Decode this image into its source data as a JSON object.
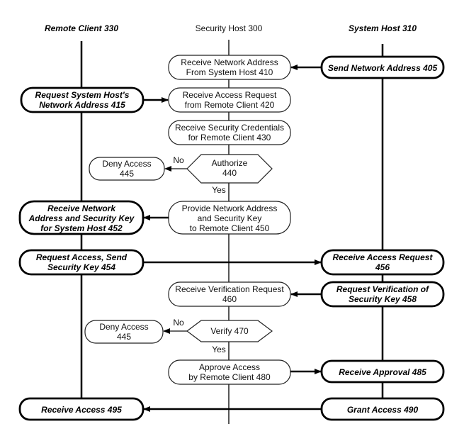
{
  "lanes": {
    "remote_client": "Remote Client 330",
    "security_host": "Security Host 300",
    "system_host": "System Host 310"
  },
  "steps": {
    "s405": [
      "Send Network Address 405"
    ],
    "s410": [
      "Receive Network Address",
      "From System Host 410"
    ],
    "s415": [
      "Request System Host's",
      "Network Address 415"
    ],
    "s420": [
      "Receive Access Request",
      "from Remote Client 420"
    ],
    "s430": [
      "Receive Security Credentials",
      "for Remote Client 430"
    ],
    "s440": [
      "Authorize",
      "440"
    ],
    "s445a": [
      "Deny Access",
      "445"
    ],
    "s452": [
      "Receive Network",
      "Address and Security Key",
      "for System Host 452"
    ],
    "s450": [
      "Provide Network Address",
      "and Security Key",
      "to Remote Client 450"
    ],
    "s454": [
      "Request Access, Send",
      "Security Key 454"
    ],
    "s456": [
      "Receive Access Request",
      "456"
    ],
    "s460": [
      "Receive Verification Request",
      "460"
    ],
    "s458": [
      "Request Verification of",
      "Security Key 458"
    ],
    "s470": [
      "Verify 470"
    ],
    "s445b": [
      "Deny Access",
      "445"
    ],
    "s480": [
      "Approve Access",
      "by Remote Client 480"
    ],
    "s485": [
      "Receive Approval 485"
    ],
    "s495": [
      "Receive Access 495"
    ],
    "s490": [
      "Grant Access 490"
    ]
  },
  "branch_labels": {
    "no_440": "No",
    "yes_440": "Yes",
    "no_470": "No",
    "yes_470": "Yes"
  }
}
